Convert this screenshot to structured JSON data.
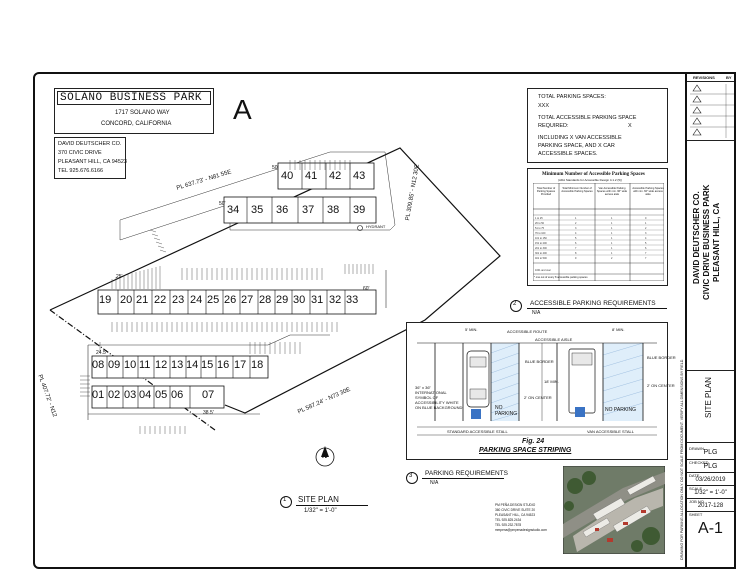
{
  "header": {
    "project_name": "SOLANO BUSINESS PARK",
    "address_line1": "1717 SOLANO WAY",
    "address_line2": "CONCORD, CALIFORNIA",
    "area_letter": "A"
  },
  "owner": {
    "name": "DAVID DEUTSCHER CO.",
    "street": "370 CIVIC DRIVE",
    "city": "PLEASANT HILL, CA 94523",
    "phone": "TEL   925.676.6166"
  },
  "parking_notes": {
    "total_label": "TOTAL PARKING SPACES:",
    "total_value": "XXX",
    "accessible_label": "TOTAL ACCESSIBLE PARKING SPACE",
    "required_label": "REQUIRED:",
    "required_value": "X",
    "including_line1": "INCLUDING X VAN ACCESSIBLE",
    "including_line2": "PARKING SPACE, AND X CAR",
    "including_line3": "ACCESSIBLE SPACES."
  },
  "table": {
    "title": "Minimum Number of Accessible Parking Spaces",
    "subtitle": "(ADA Standards for Accessible Design 4.1.2 (5))",
    "col1": "Total Number of Parking Spaces Provided",
    "col2": "Total Minimum Number of Accessible Parking Spaces",
    "col3": "Van Accessible Parking Spaces with min. 96\" wide access aisle",
    "col4": "Accessible Parking Spaces with min. 60\" wide access aisle",
    "note": "* one out of every 8 accessible parking spaces"
  },
  "plan": {
    "pl_top": "PL 637.73' - N81 55E",
    "pl_right": "PL 309.85' - N12 30E",
    "pl_middle": "PL 587.24' - N73 30E",
    "pl_left": "PL 407.72' - N12",
    "hydrant": "HYDRANT",
    "dim_50": "50'",
    "dim_60": "60'",
    "dim_25": "25'",
    "dim_24": "24.5'",
    "dim_38": "38.5'",
    "spaces_row_top": [
      "40",
      "41",
      "42",
      "43"
    ],
    "spaces_row_second": [
      "34",
      "35",
      "36",
      "37",
      "38",
      "39"
    ],
    "spaces_row_middle": [
      "19",
      "20",
      "21",
      "22",
      "23",
      "24",
      "25",
      "26",
      "27",
      "28",
      "29",
      "30",
      "31",
      "32",
      "33"
    ],
    "spaces_row_a": [
      "08",
      "09",
      "10",
      "11",
      "12",
      "13",
      "14",
      "15",
      "16",
      "17",
      "18"
    ],
    "spaces_row_b": [
      "01",
      "02",
      "03",
      "04",
      "05",
      "06",
      "07"
    ]
  },
  "labels": {
    "site_plan_num": "1",
    "site_plan_title": "SITE PLAN",
    "site_plan_scale": "1/32\" = 1'-0\"",
    "acc_num": "2",
    "acc_title": "ACCESSIBLE PARKING REQUIREMENTS",
    "acc_scale": "N/A",
    "req_num": "3",
    "req_title": "PARKING REQUIREMENTS",
    "req_scale": "N/A",
    "north": "N"
  },
  "striping": {
    "fig": "Fig. 24",
    "title": "PARKING SPACE STRIPING",
    "standard_stall": "STANDARD ACCESSIBLE STALL",
    "van_stall": "VAN ACCESSIBLE STALL",
    "accessible_route": "ACCESSIBLE ROUTE",
    "accessible_aisle": "ACCESSIBLE AISLE",
    "blue_border": "BLUE BORDER",
    "no_parking": "NO PARKING",
    "dim_18": "18' MIN.",
    "dim_5": "5' MIN.",
    "dim_8": "8' MIN.",
    "on_center": "2'\nON CENTER",
    "symbol_note": "36\" x 36\" INTERNATIONAL SYMBOL OF ACCESSIBILITY WHITE ON BLUE BACKGROUND"
  },
  "consultant": {
    "line1": "PM PEÑA DESIGN STUDIO",
    "line2": "360 CIVIC DRIVE SUITE 20",
    "line3": "PLEASANT HILL, CA 94523",
    "line4": "TEL 925.825.2434",
    "line5": "TEL 925.232.7878",
    "line6": "mmpena@pmpenadesignstudio.com"
  },
  "vertical_note": "DRAWING FOR PARKING ALLOCATION ONLY. DO NOT SCALE FROM DOCUMENT. VERIFY ALL DIMENSIONS BY FIELD.",
  "title_block": {
    "revisions": "REVISIONS",
    "by": "BY",
    "company": "DAVID DEUTSCHER CO.",
    "project": "CIVIC DRIVE BUSINESS PARK",
    "location": "PLEASANT HILL, CA",
    "sheet_title": "SITE PLAN",
    "drawn_label": "DRAWN",
    "drawn": "PLG",
    "checked_label": "CHECKED",
    "checked": "PLG",
    "date_label": "DATE",
    "date": "03/26/2019",
    "scale_label": "SCALE",
    "scale": "1/32\" = 1'-0\"",
    "job_label": "JOB NO.",
    "job": "2017-128",
    "sheet_label": "SHEET",
    "sheet": "A-1"
  }
}
